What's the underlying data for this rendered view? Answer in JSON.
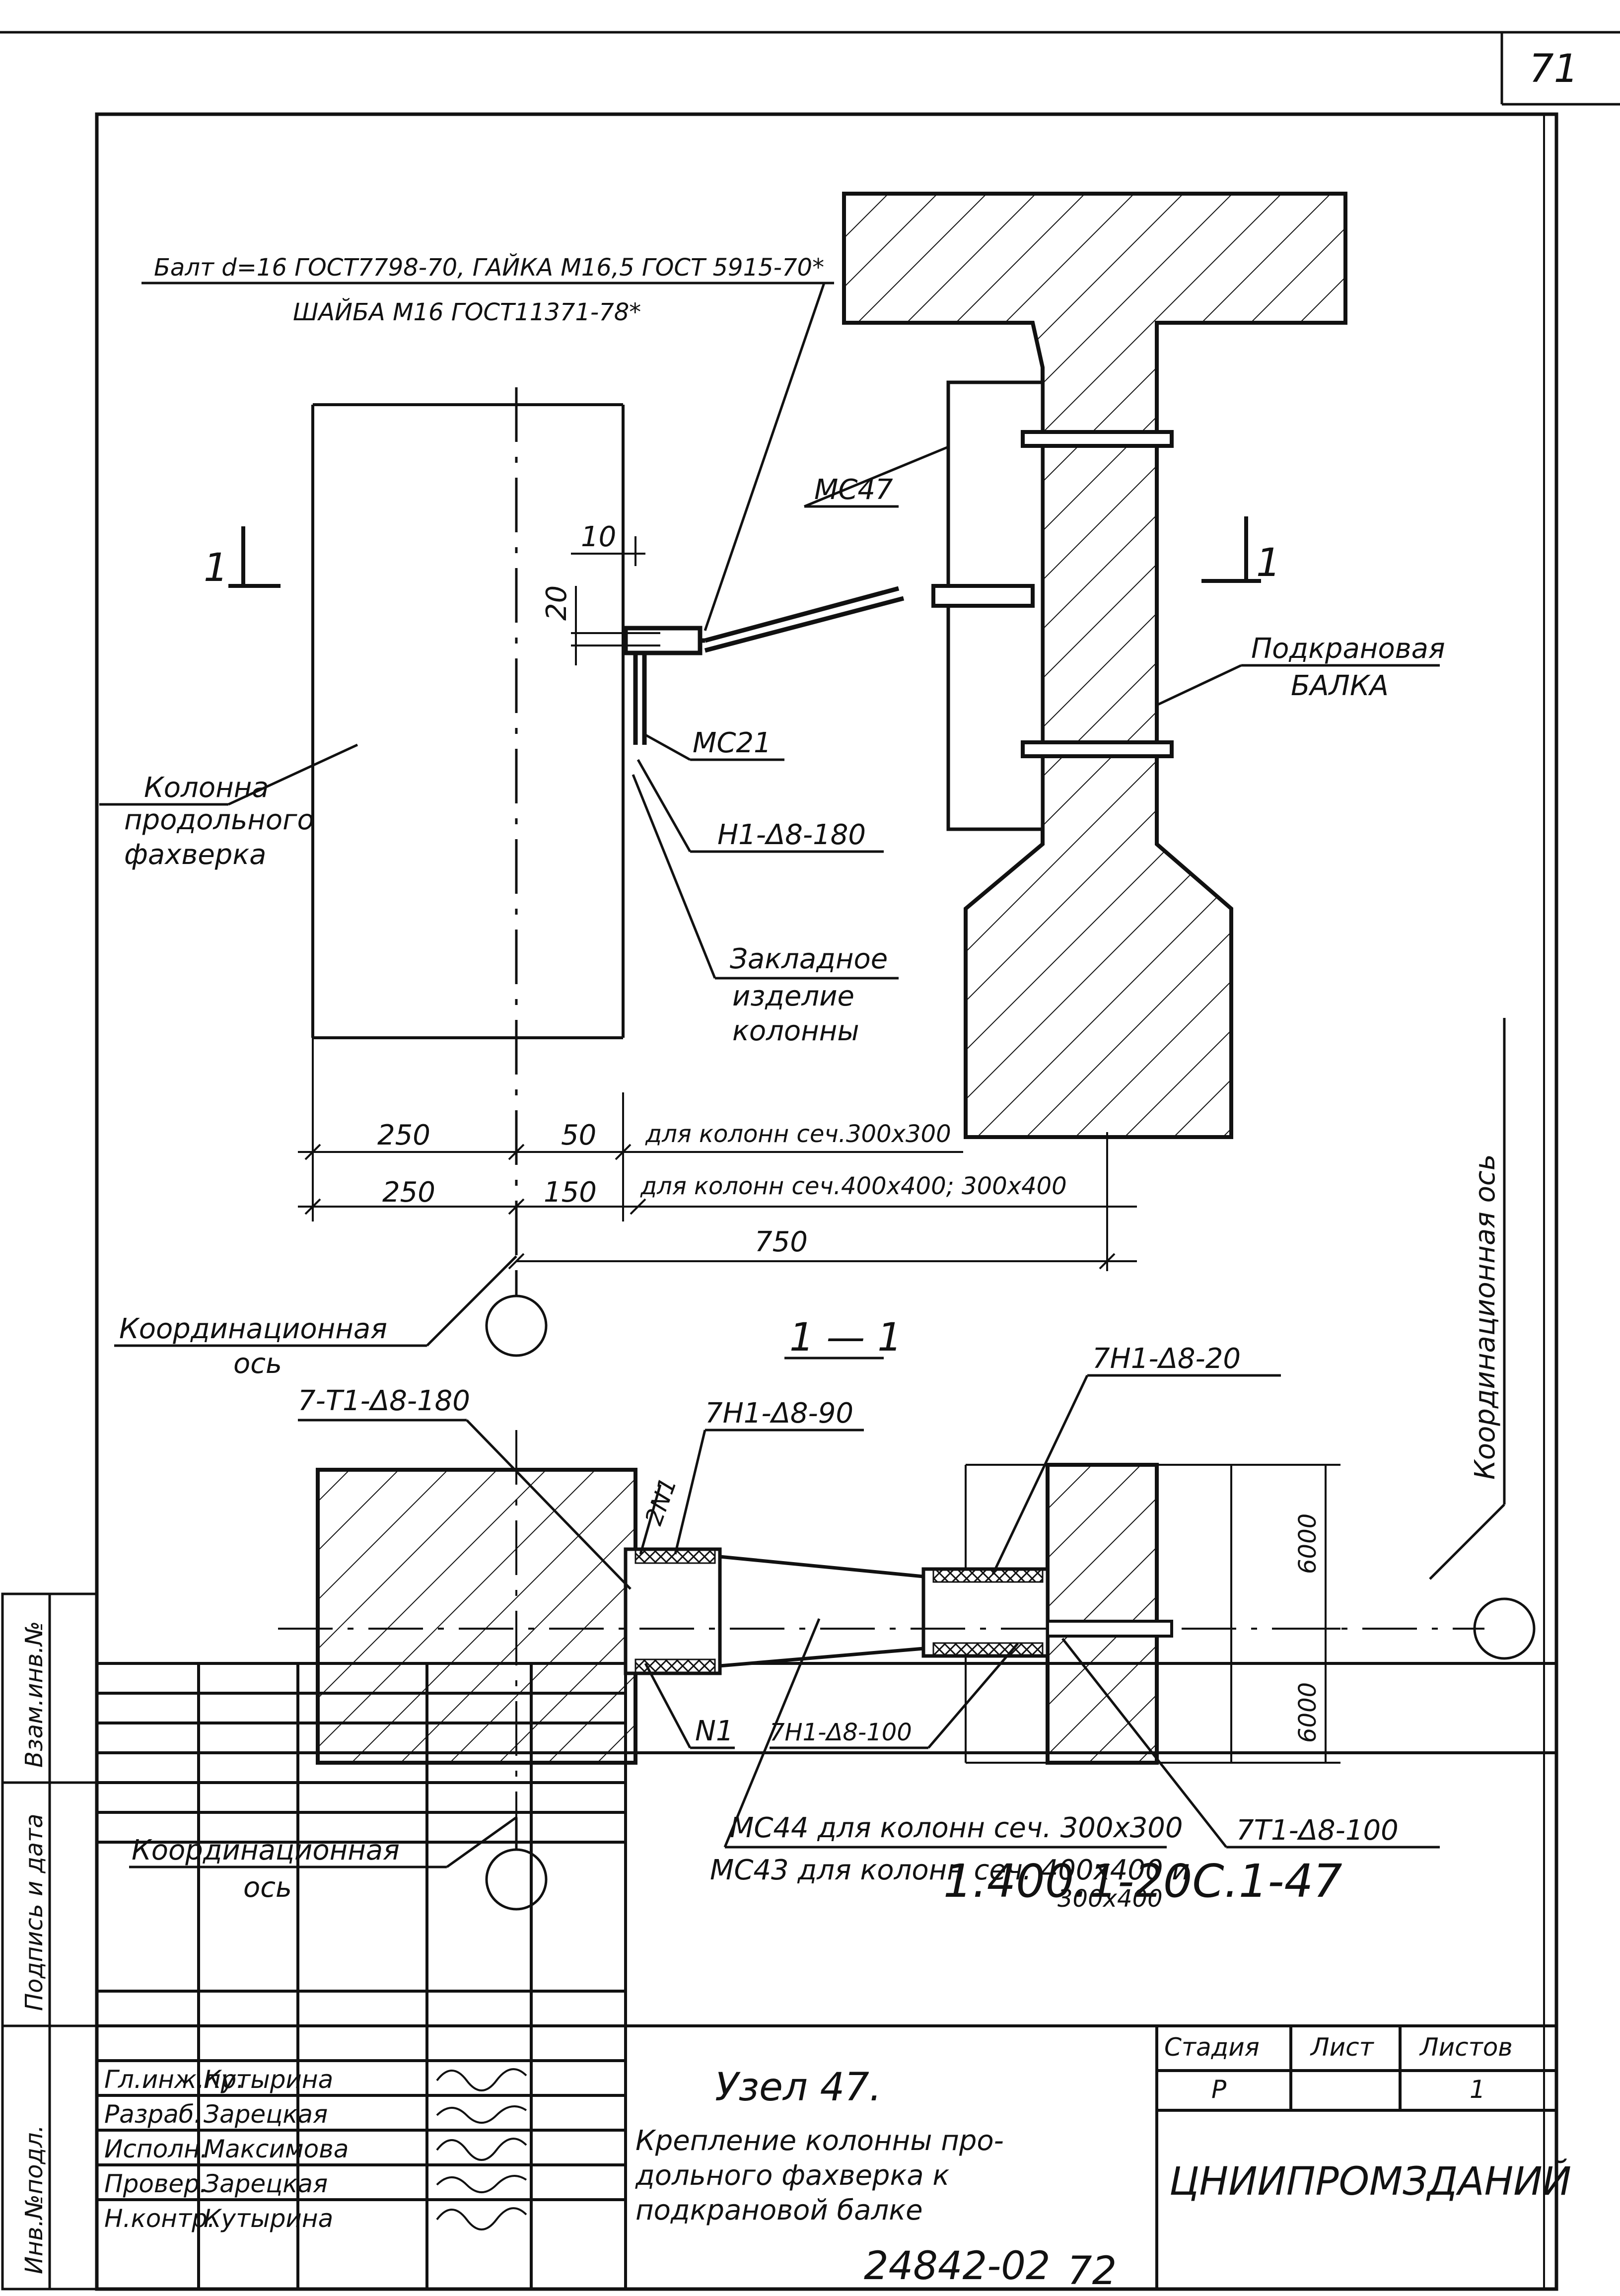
{
  "sheet": {
    "page_number": "71",
    "archive_number": "24842-02",
    "archive_sheet": "72"
  },
  "notes": {
    "bolt_line1": "Балт d=16 ГОСТ7798-70, ГАЙКА М16,5 ГОСТ 5915-70*",
    "bolt_line2": "ШАЙБА М16 ГОСТ11371-78*"
  },
  "labels": {
    "mc47": "МС47",
    "mc21": "МС21",
    "h1": "Н1-Δ8-180",
    "embedded_1": "Закладное",
    "embedded_2": "изделие",
    "embedded_3": "колонны",
    "beam_1": "Подкрановая",
    "beam_2": "БАЛКА",
    "column_1": "Колонна",
    "column_2": "продольного",
    "column_3": "фахверка",
    "coord_axis_1": "Координационная",
    "coord_axis_2": "ось",
    "coord_axis_vertical": "Координационная ось",
    "section_mark": "1",
    "section_title": "1 — 1",
    "t1_180": "7-Т1-Δ8-180",
    "h1_90": "7Н1-Δ8-90",
    "n1_2": "2N1",
    "h1_20": "7Н1-Δ8-20",
    "n1": "N1",
    "h1_100": "7Н1-Δ8-100",
    "t1_100": "7Т1-Δ8-100",
    "mc44": "МС44 для колонн сеч. 300x300",
    "mc43_1": "МС43 для колонн сеч. 400x400 и",
    "mc43_2": "300x400"
  },
  "dimensions": {
    "d10": "10",
    "d20": "20",
    "d250a": "250",
    "d50": "50",
    "note_300": "для колонн сеч.300x300",
    "d250b": "250",
    "d150": "150",
    "note_400": "для колонн сеч.400x400; 300x400",
    "d750": "750",
    "d6000a": "6000",
    "d6000b": "6000"
  },
  "title_block": {
    "doc_code": "1.400.1-20С.1-47",
    "node_title": "Узел 47.",
    "desc_1": "Крепление колонны про-",
    "desc_2": "дольного фахверка к",
    "desc_3": "подкрановой балке",
    "roles": [
      "Гл.инж.пр.",
      "Разраб.",
      "Исполн.",
      "Провер.",
      "Н.контр."
    ],
    "names": [
      "Кутырина",
      "Зарецкая",
      "Максимова",
      "Зарецкая",
      "Кутырина"
    ],
    "stage_label": "Стадия",
    "sheet_label": "Лист",
    "sheets_label": "Листов",
    "stage_value": "Р",
    "sheet_value": "",
    "sheets_value": "1",
    "organization": "ЦНИИПРОМЗДАНИЙ",
    "side_1": "Инв.№подл.",
    "side_2": "Подпись и дата",
    "side_3": "Взам.инв.№"
  }
}
